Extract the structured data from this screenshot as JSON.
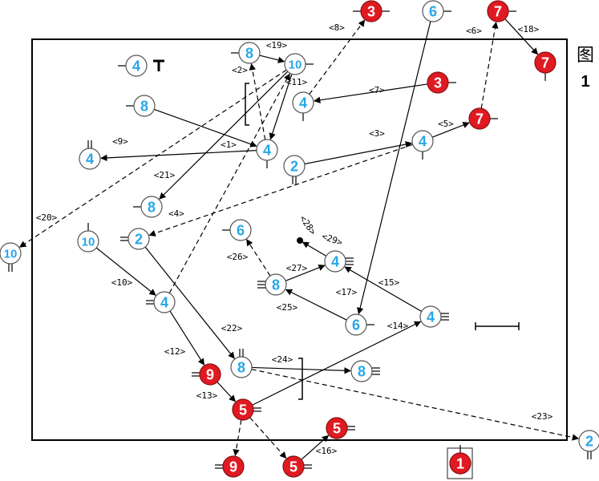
{
  "figure": {
    "title": "图",
    "number": "1"
  },
  "colors": {
    "blue": "#29a6e8",
    "red": "#e01a22",
    "ring": "#555555"
  },
  "nodes": [
    {
      "id": "n3top",
      "num": "3",
      "color": "red",
      "ticks": "L1 R1"
    },
    {
      "id": "n6top",
      "num": "6",
      "color": "blue",
      "ticks": "R1"
    },
    {
      "id": "n7top",
      "num": "7",
      "color": "red",
      "ticks": "R1"
    },
    {
      "id": "n7r",
      "num": "7",
      "color": "red",
      "ticks": "B1"
    },
    {
      "id": "n4a",
      "num": "4",
      "color": "blue",
      "ticks": "L1"
    },
    {
      "id": "n8a",
      "num": "8",
      "color": "blue",
      "ticks": "L1"
    },
    {
      "id": "n8b",
      "num": "8",
      "color": "blue",
      "ticks": "L1"
    },
    {
      "id": "n10a",
      "num": "10",
      "color": "blue",
      "ticks": "R1"
    },
    {
      "id": "n3m",
      "num": "3",
      "color": "red",
      "ticks": "R1"
    },
    {
      "id": "n4b",
      "num": "4",
      "color": "blue",
      "ticks": "B1"
    },
    {
      "id": "n7m",
      "num": "7",
      "color": "red",
      "ticks": "R1"
    },
    {
      "id": "n4c",
      "num": "4",
      "color": "blue",
      "ticks": "T2"
    },
    {
      "id": "n4d",
      "num": "4",
      "color": "blue",
      "ticks": "B1"
    },
    {
      "id": "n2a",
      "num": "2",
      "color": "blue",
      "ticks": "B2"
    },
    {
      "id": "n4e",
      "num": "4",
      "color": "blue",
      "ticks": "B1"
    },
    {
      "id": "n8c",
      "num": "8",
      "color": "blue",
      "ticks": "L1"
    },
    {
      "id": "n2b",
      "num": "2",
      "color": "blue",
      "ticks": "L2"
    },
    {
      "id": "n10b",
      "num": "10",
      "color": "blue",
      "ticks": "T1"
    },
    {
      "id": "n10l",
      "num": "10",
      "color": "blue",
      "ticks": "B2"
    },
    {
      "id": "n6a",
      "num": "6",
      "color": "blue",
      "ticks": "L1"
    },
    {
      "id": "n4f",
      "num": "4",
      "color": "blue",
      "ticks": "R3"
    },
    {
      "id": "n8d",
      "num": "8",
      "color": "blue",
      "ticks": "L3"
    },
    {
      "id": "n4g",
      "num": "4",
      "color": "blue",
      "ticks": "L2"
    },
    {
      "id": "n6b",
      "num": "6",
      "color": "blue",
      "ticks": "R1"
    },
    {
      "id": "n4h",
      "num": "4",
      "color": "blue",
      "ticks": "R3"
    },
    {
      "id": "n8e",
      "num": "8",
      "color": "blue",
      "ticks": "T2"
    },
    {
      "id": "n9a",
      "num": "9",
      "color": "red",
      "ticks": "L2"
    },
    {
      "id": "n8f",
      "num": "8",
      "color": "blue",
      "ticks": "R3"
    },
    {
      "id": "n5a",
      "num": "5",
      "color": "red",
      "ticks": "R2"
    },
    {
      "id": "n5b",
      "num": "5",
      "color": "red",
      "ticks": "R2"
    },
    {
      "id": "n9b",
      "num": "9",
      "color": "red",
      "ticks": "L2"
    },
    {
      "id": "n5c",
      "num": "5",
      "color": "red",
      "ticks": "R2"
    },
    {
      "id": "n2r",
      "num": "2",
      "color": "blue",
      "ticks": "B2"
    },
    {
      "id": "n1",
      "num": "1",
      "color": "red",
      "ticks": "T1"
    }
  ],
  "edges": [
    {
      "label": "<1>"
    },
    {
      "label": "<2>"
    },
    {
      "label": "<3>"
    },
    {
      "label": "<4>"
    },
    {
      "label": "<5>"
    },
    {
      "label": "<6>"
    },
    {
      "label": "<7>"
    },
    {
      "label": "<8>"
    },
    {
      "label": "<9>"
    },
    {
      "label": "<10>"
    },
    {
      "label": "<11>"
    },
    {
      "label": "<12>"
    },
    {
      "label": "<13>"
    },
    {
      "label": "<14>"
    },
    {
      "label": "<15>"
    },
    {
      "label": "<16>"
    },
    {
      "label": "<17>"
    },
    {
      "label": "<18>"
    },
    {
      "label": "<19>"
    },
    {
      "label": "<20>"
    },
    {
      "label": "<21>"
    },
    {
      "label": "<22>"
    },
    {
      "label": "<23>"
    },
    {
      "label": "<24>"
    },
    {
      "label": "<25>"
    },
    {
      "label": "<26>"
    },
    {
      "label": "<27>"
    },
    {
      "label": "<28>"
    },
    {
      "label": "<29>"
    }
  ]
}
